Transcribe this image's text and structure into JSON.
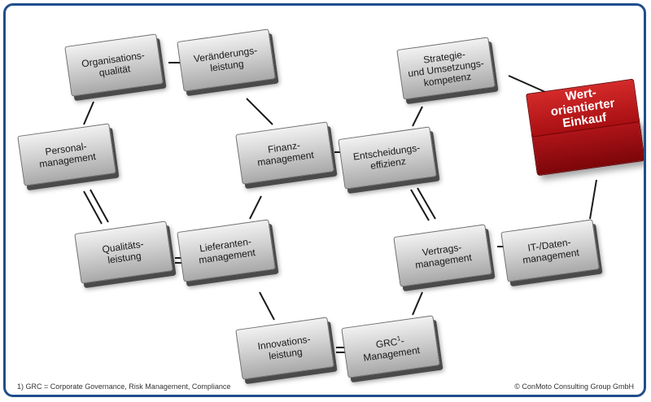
{
  "nodes": {
    "organisationsqualitaet": "Organisations-\nqualität",
    "veraenderungsleistung": "Veränderungs-\nleistung",
    "strategie": "Strategie-\nund Umsetzungs-\nkompetenz",
    "personalmanagement": "Personal-\nmanagement",
    "finanzmanagement": "Finanz-\nmanagement",
    "entscheidungseffizienz": "Entscheidungs-\neffizienz",
    "qualitaetsleistung": "Qualitäts-\nleistung",
    "lieferantenmanagement": "Lieferanten-\nmanagement",
    "vertragsmanagement": "Vertrags-\nmanagement",
    "itdatenmanagement": "IT-/Daten-\nmanagement",
    "innovationsleistung": "Innovations-\nleistung",
    "grc_prefix": "GRC",
    "grc_sup": "1",
    "grc_suffix": "-\nManagement",
    "wertorientierter_einkauf": "Wert-\norientierter\nEinkauf"
  },
  "colors": {
    "frame": "#1f4e8c",
    "red_box": "#b1151a",
    "node_gray": "#c4c4c4"
  },
  "footnote": "1) GRC = Corporate Governance, Risk Management, Compliance",
  "copyright": "© ConMoto Consulting Group GmbH"
}
